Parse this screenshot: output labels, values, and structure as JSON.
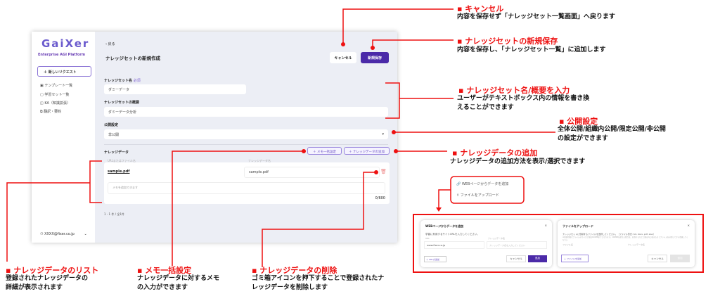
{
  "app": {
    "logo": "GaiXer",
    "tagline": "Enterprise AGI Platform",
    "new_request": "＋ 新しいリクエスト",
    "nav": [
      {
        "icon": "template-icon",
        "label": "テンプレート一覧"
      },
      {
        "icon": "book-icon",
        "label": "学習セット一覧"
      },
      {
        "icon": "ka-icon",
        "label": "KA（知識拡張）"
      },
      {
        "icon": "translate-icon",
        "label": "翻訳・要約"
      }
    ],
    "user": "XXXX@fixer.co.jp"
  },
  "main": {
    "back": "‹ 戻る",
    "title": "ナレッジセットの新規作成",
    "cancel": "キャンセル",
    "save": "新規保存",
    "name_label": "ナレッジセット名",
    "required": "必須",
    "name_value": "ダミーデータ",
    "summary_label": "ナレッジセットの概要",
    "summary_value": "ダミーデータ分析",
    "visibility_label": "公開設定",
    "visibility_value": "非公開",
    "data_label": "ナレッジデータ",
    "memo_bulk": "＋ メモ一括設定",
    "add_data": "＋ ナレッジデータの追加",
    "col_file": "URLまたはファイル名",
    "col_name": "ナレッジデータ名",
    "row": {
      "file": "sample.pdf",
      "name": "sample.pdf",
      "memo_placeholder": "メモを追加できます",
      "count": "0/600"
    },
    "pagination": "1 - 1 件 / 全1件"
  },
  "menu": {
    "web": "WEBページからデータを追加",
    "upload": "ファイルをアップロード"
  },
  "web_dialog": {
    "title": "WEBページからデータを追加",
    "instr": "学習に利用するサイトURLを入力してください。",
    "url_label": "URL",
    "name_label": "ナレッジデータ名",
    "url_value": "www.fixer.co.jp",
    "name_placeholder": "ナレッジデータ名を入力してください",
    "add_url": "＋ URLの追加",
    "cancel": "キャンセル",
    "submit": "追加"
  },
  "file_dialog": {
    "title": "ファイルをアップロード",
    "instr": "ナレッジセットに登録するファイルを選択してください。［ファイル形式: txt, docx, pdf, xlsx］",
    "note": "※登録可能なファイルのサイズ上限は100MBまでとなります。100MBを超える場合は、分割するなど上限以内に収まるようファイルを分割してから登録してください",
    "file_label": "ファイル名",
    "name_label": "ナレッジデータ名",
    "add_file": "＋ ファイルを追加",
    "cancel": "キャンセル",
    "submit": "追加"
  },
  "annotations": {
    "cancel": {
      "title": "▪ キャンセル",
      "desc": "内容を保存せず「ナレッジセット一覧画面」へ戻ります"
    },
    "save": {
      "title": "▪ ナレッジセットの新規保存",
      "desc": "内容を保存し、「ナレッジセット一覧」に追加します"
    },
    "input": {
      "title": "▪ ナレッジセット名/概要を入力",
      "desc1": "ユーザーがテキストボックス内の情報を書き換",
      "desc2": "えることができます"
    },
    "visibility": {
      "title": "▪ 公開設定",
      "desc1": "全体公開/組織内公開/限定公開/非公開",
      "desc2": "の設定ができます"
    },
    "add": {
      "title": "▪ ナレッジデータの追加",
      "desc": "ナレッジデータの追加方法を表示/選択できます"
    },
    "list": {
      "title": "▪ ナレッジデータのリスト",
      "desc1": "登録されたナレッジデータの",
      "desc2": "詳細が表示されます"
    },
    "memo": {
      "title": "▪ メモ一括設定",
      "desc1": "ナレッジデータに対するメモ",
      "desc2": "の入力ができます"
    },
    "delete": {
      "title": "▪ ナレッジデータの削除",
      "desc1": "ゴミ箱アイコンを押下することで登録されたナ",
      "desc2": "レッジデータを削除します"
    }
  },
  "colors": {
    "accent": "#4b2aa8",
    "annotation": "#ee1111"
  }
}
